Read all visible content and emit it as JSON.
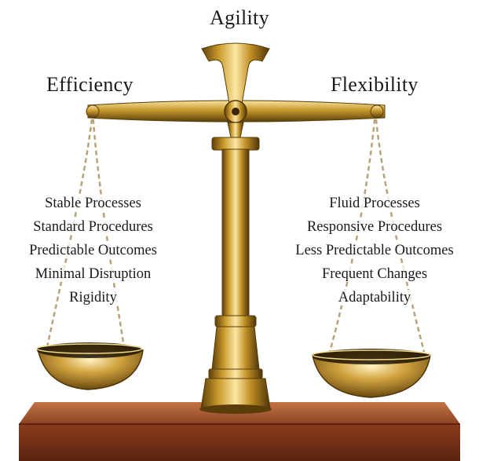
{
  "titles": {
    "top": "Agility",
    "left": "Efficiency",
    "right": "Flexibility"
  },
  "left_items": [
    "Stable Processes",
    "Standard Procedures",
    "Predictable Outcomes",
    "Minimal Disruption",
    "Rigidity"
  ],
  "right_items": [
    "Fluid Processes",
    "Responsive Procedures",
    "Less Predictable Outcomes",
    "Frequent Changes",
    "Adaptability"
  ],
  "colors": {
    "brass_light": "#f0d27a",
    "brass_mid": "#c79a2e",
    "brass_dark": "#6b4a0e",
    "wood_light": "#b5653a",
    "wood_dark": "#6e2e14",
    "text": "#1a1a1a"
  }
}
